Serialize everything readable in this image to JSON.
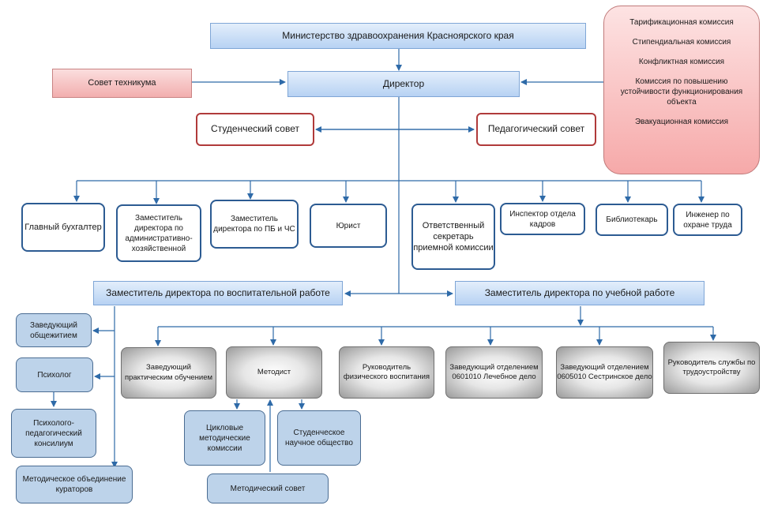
{
  "ministry": "Министерство здравоохранения Красноярского края",
  "director": "Директор",
  "council": "Совет техникума",
  "student_council": "Студенческий совет",
  "ped_council": "Педагогический совет",
  "commissions": [
    "Тарификационная комиссия",
    "Стипендиальная комиссия",
    "Конфликтная комиссия",
    "Комиссия по повышению устойчивости функционирования объекта",
    "Эвакуационная комиссия"
  ],
  "staff": {
    "chief_accountant": "Главный бухгалтер",
    "deputy_admin": "Заместитель директора по административно-хозяйственной",
    "deputy_pb": "Заместитель директора по ПБ и ЧС",
    "lawyer": "Юрист",
    "secretary": "Ответственный секретарь приемной комиссии",
    "hr_inspector": "Инспектор отдела кадров",
    "librarian": "Библиотекарь",
    "safety_engineer": "Инженер по охране труда"
  },
  "deputy_edu_work": "Заместитель директора по воспитательной работе",
  "deputy_study": "Заместитель директора по учебной работе",
  "left_column": {
    "dorm_head": "Заведующий общежитием",
    "psychologist": "Психолог",
    "psy_council": "Психолого-педагогический консилиум",
    "curators": "Методическое объединение кураторов"
  },
  "study_units": {
    "practice_head": "Заведующий практическим обучением",
    "methodist": "Методист",
    "pe_head": "Руководитель физического воспитания",
    "dept_0601010": "Заведующий отделением 0601010 Лечебное дело",
    "dept_0605010": "Заведующий отделением 0605010 Сестринское дело",
    "employment_head": "Руководитель службы по трудоустройству"
  },
  "method": {
    "cycle_commissions": "Цикловые методические комиссии",
    "student_society": "Студенческое научное общество",
    "method_council": "Методический совет"
  },
  "colors": {
    "line": "#2e6aa8",
    "dark_border": "#2c5b92",
    "red_border": "#b03a3a"
  }
}
